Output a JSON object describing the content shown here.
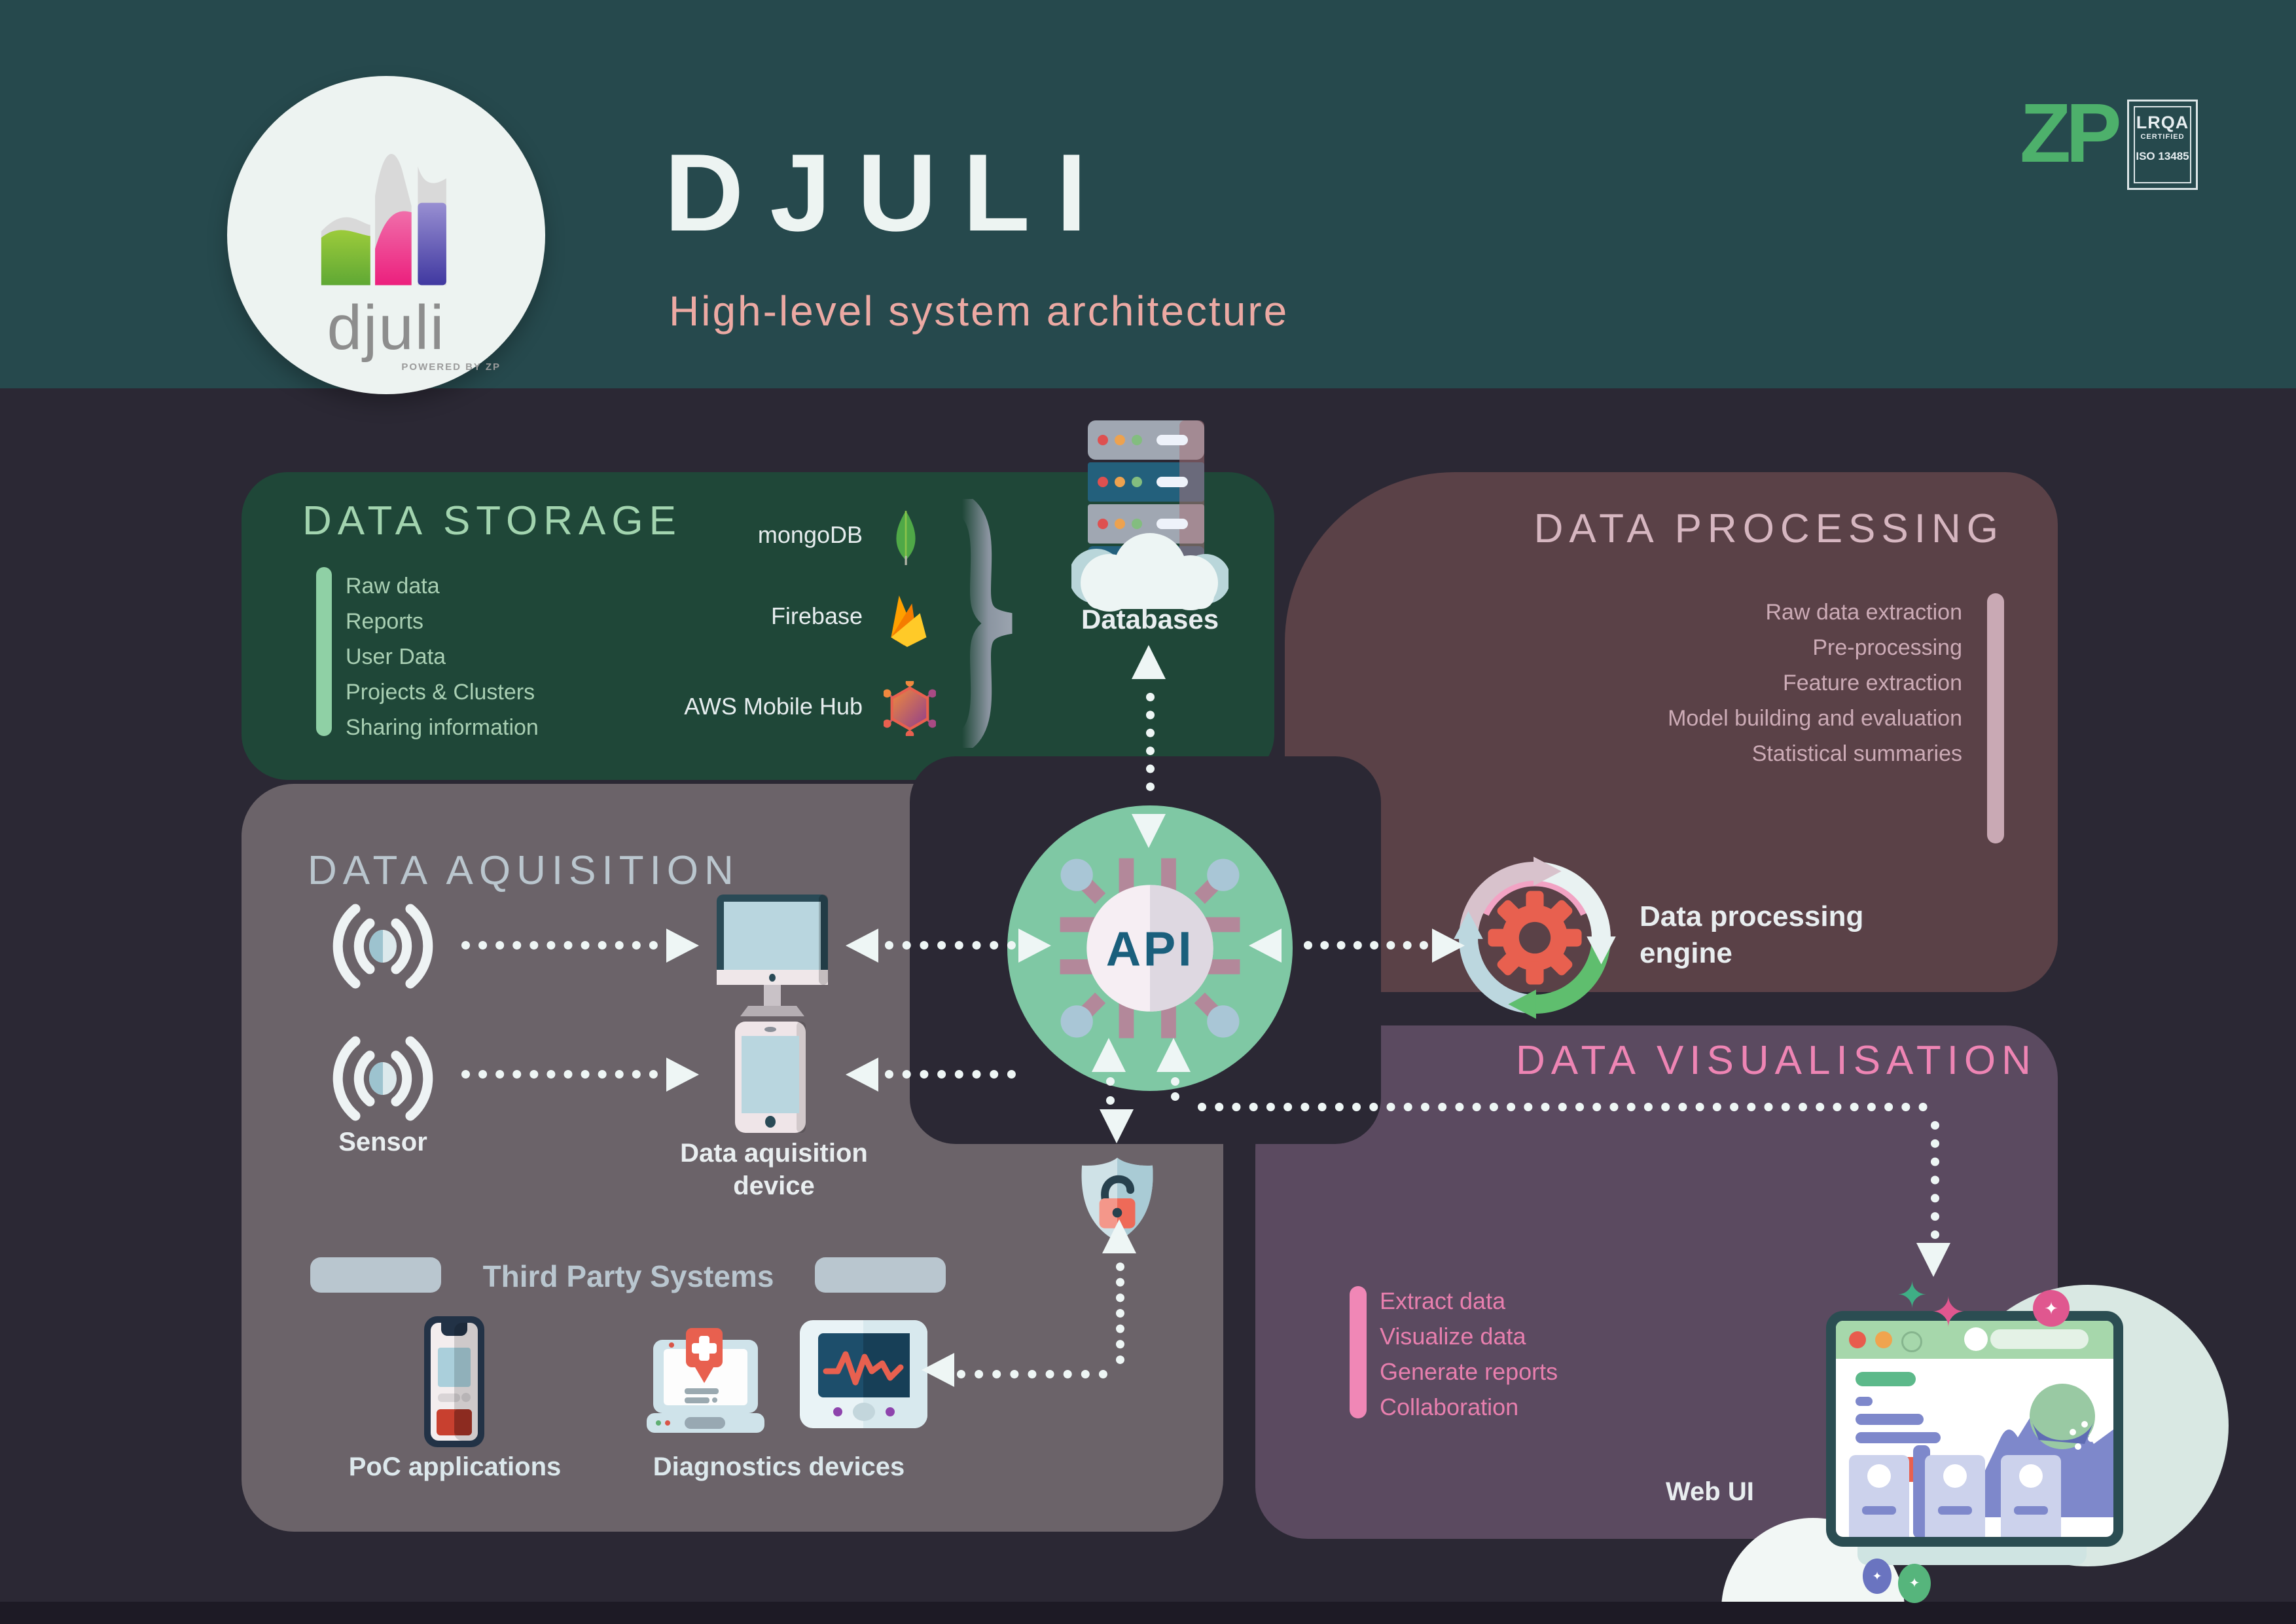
{
  "header": {
    "title": "DJULI",
    "subtitle": "High-level system architecture",
    "logo_text": "djuli",
    "logo_sub": "POWERED BY ZP",
    "zp": "ZP",
    "badge": {
      "l1": "LRQA",
      "l2": "CERTIFIED",
      "l3": "ISO 13485"
    }
  },
  "storage": {
    "title": "DATA STORAGE",
    "items": [
      "Raw data",
      "Reports",
      "User Data",
      "Projects & Clusters",
      "Sharing information"
    ],
    "tech": [
      {
        "label": "mongoDB",
        "icon": "mongodb-leaf-icon"
      },
      {
        "label": "Firebase",
        "icon": "firebase-flame-icon"
      },
      {
        "label": "AWS Mobile Hub",
        "icon": "aws-hexagon-icon"
      }
    ],
    "databases_label": "Databases"
  },
  "processing": {
    "title": "DATA PROCESSING",
    "items": [
      "Raw data extraction",
      "Pre-processing",
      "Feature extraction",
      "Model building and evaluation",
      "Statistical summaries"
    ],
    "engine_label": "Data processing engine"
  },
  "acquisition": {
    "title": "DATA AQUISITION",
    "sensor_label": "Sensor",
    "device_label": "Data aquisition device",
    "third_party": "Third Party Systems",
    "poc_label": "PoC applications",
    "diag_label": "Diagnostics devices"
  },
  "visualisation": {
    "title": "DATA VISUALISATION",
    "items": [
      "Extract data",
      "Visualize data",
      "Generate reports",
      "Collaboration"
    ],
    "webui_label": "Web UI"
  },
  "api": {
    "label": "API"
  },
  "icons": [
    "djuli-logo-icon",
    "server-cloud-icon",
    "mongodb-leaf-icon",
    "firebase-flame-icon",
    "aws-hexagon-icon",
    "brace-icon",
    "api-chip-icon",
    "gear-cycle-icon",
    "sensor-signal-icon",
    "desktop-computer-icon",
    "tablet-icon",
    "shield-lock-icon",
    "poc-phone-icon",
    "medical-device-icon",
    "ecg-monitor-icon",
    "browser-window-icon",
    "sparkle-icon"
  ],
  "colors": {
    "background": "#2b2834",
    "header": "#26494d",
    "storage_panel": "#1f4738",
    "processing_panel": "#5a4147",
    "acquisition_panel": "#6b6369",
    "visual_panel": "#5b4a60",
    "api_green": "#7fc8a4",
    "gear_red": "#e8604f",
    "pink_accent": "#ee85b4",
    "green_accent": "#8fd0a5",
    "zp_green": "#4db06b",
    "subtitle_salmon": "#eca9a3"
  }
}
